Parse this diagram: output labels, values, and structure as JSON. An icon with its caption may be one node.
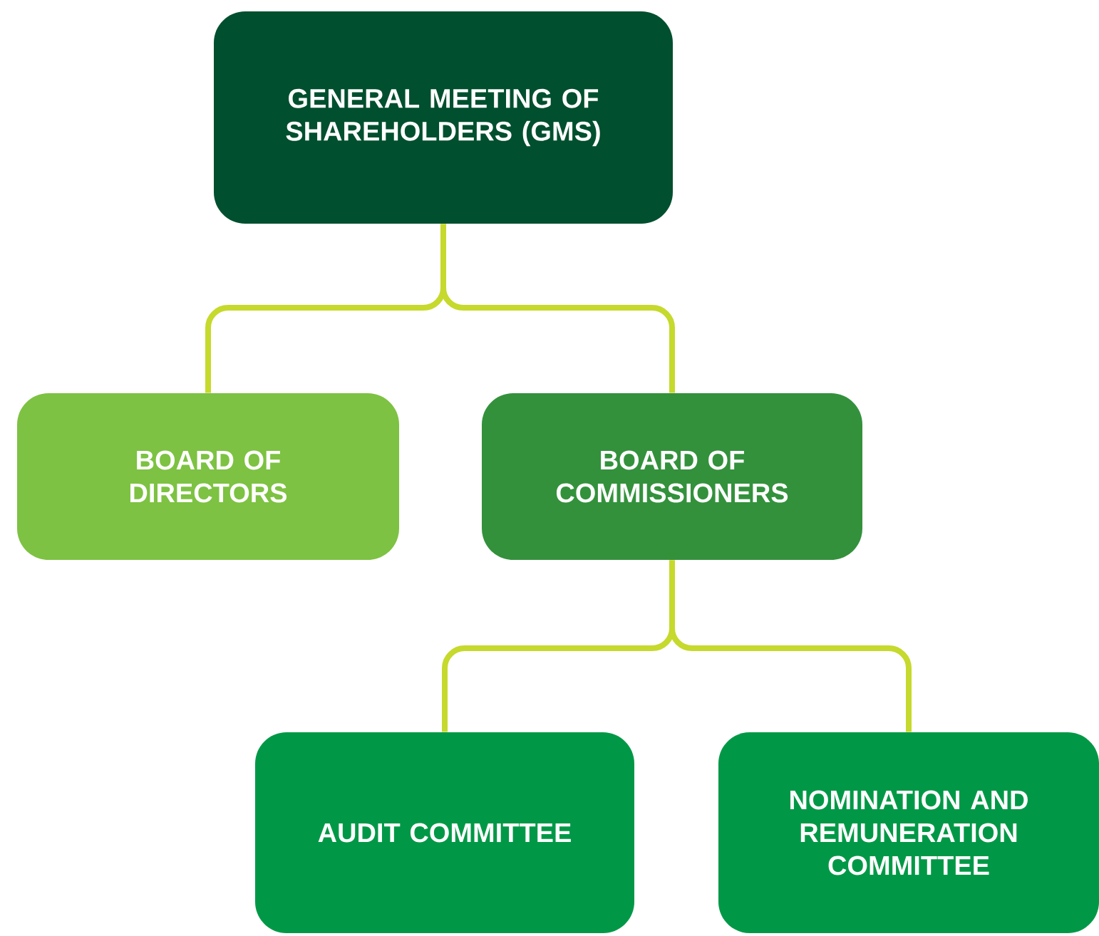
{
  "diagram": {
    "nodes": [
      {
        "text": [
          "GENERAL MEETING OF SHAREHOLDERS (GMS)"
        ]
      },
      {
        "text": [
          "BOARD OF DIRECTORS"
        ]
      },
      {
        "text": [
          "BOARD OF COMMISSIONERS"
        ]
      },
      {
        "text": [
          "AUDIT COMMITTEE"
        ]
      },
      {
        "text": [
          "NOMINATION AND REMUNERATION COMMITTEE"
        ]
      }
    ],
    "edges": [
      {
        "from": 0,
        "to": 1,
        "arrow": "none"
      },
      {
        "from": 0,
        "to": 2,
        "arrow": "none"
      },
      {
        "from": 2,
        "to": 3,
        "arrow": "none"
      },
      {
        "from": 2,
        "to": 4,
        "arrow": "none"
      }
    ]
  }
}
